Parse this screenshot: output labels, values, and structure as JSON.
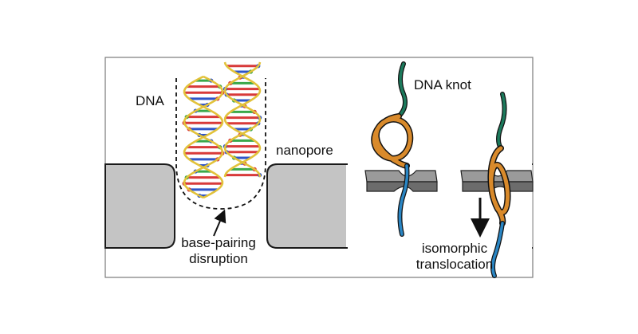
{
  "labels": {
    "dna": "DNA",
    "nanopore": "nanopore",
    "base_pairing_line1": "base-pairing",
    "base_pairing_line2": "disruption",
    "dna_knot": "DNA knot",
    "isomorphic_line1": "isomorphic",
    "isomorphic_line2": "translocation"
  },
  "colors": {
    "frame": "#7a7a7a",
    "pore_fill": "#c4c4c4",
    "pore_stroke": "#1a1a1a",
    "helix_backbone": "#e2c23a",
    "base_red": "#d83a3a",
    "base_blue": "#2f55c8",
    "base_green": "#3aa84a",
    "strand_green": "#1c7a5c",
    "strand_blue": "#2a86c4",
    "knot_orange": "#d98a2b",
    "plate_top": "#9a9a9a",
    "plate_side": "#6c6c6c"
  },
  "icons": [
    "down-arrow-icon",
    "up-arrow-icon"
  ]
}
